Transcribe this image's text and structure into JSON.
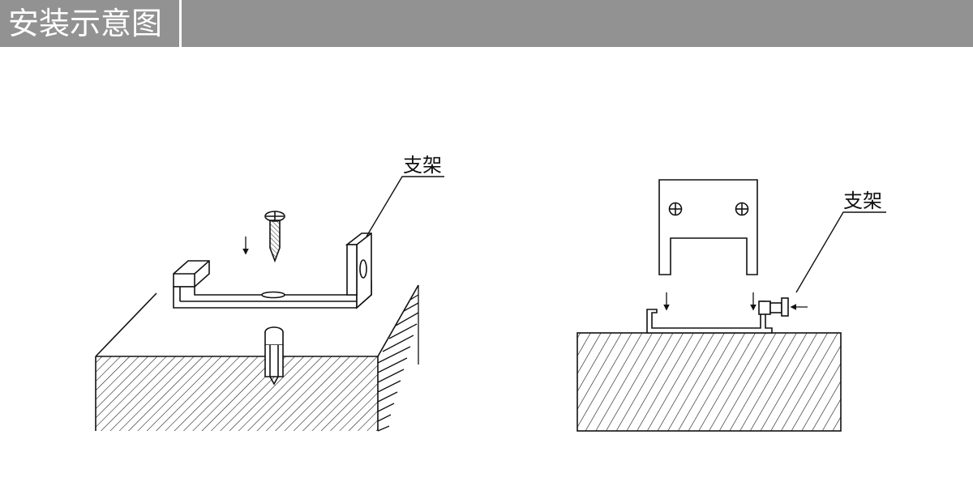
{
  "header": {
    "title": "安装示意图"
  },
  "left_diagram": {
    "callout_label": "支架"
  },
  "right_diagram": {
    "callout_label": "支架"
  },
  "colors": {
    "header_background": "#929292",
    "header_text": "#ffffff",
    "line": "#111111",
    "background": "#ffffff"
  }
}
